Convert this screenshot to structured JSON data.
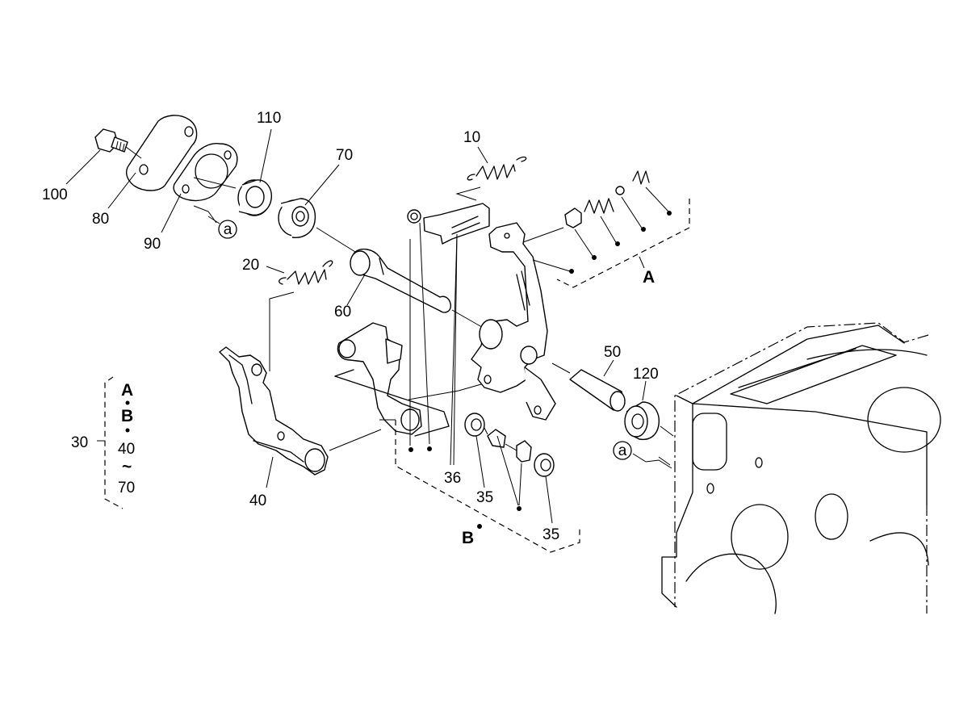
{
  "callouts": {
    "c100": "100",
    "c80": "80",
    "c90": "90",
    "c110": "110",
    "c70": "70",
    "c10": "10",
    "c20": "20",
    "c60": "60",
    "c50": "50",
    "c120": "120",
    "c36": "36",
    "c35a": "35",
    "c35b": "35",
    "c40": "40",
    "c30": "30"
  },
  "groups": {
    "A": "A",
    "B": "B"
  },
  "refs": {
    "a1": "a",
    "a2": "a"
  },
  "group30": {
    "line1": "A",
    "line2": "B",
    "line3": "40",
    "tilde": "~",
    "line4": "70"
  }
}
